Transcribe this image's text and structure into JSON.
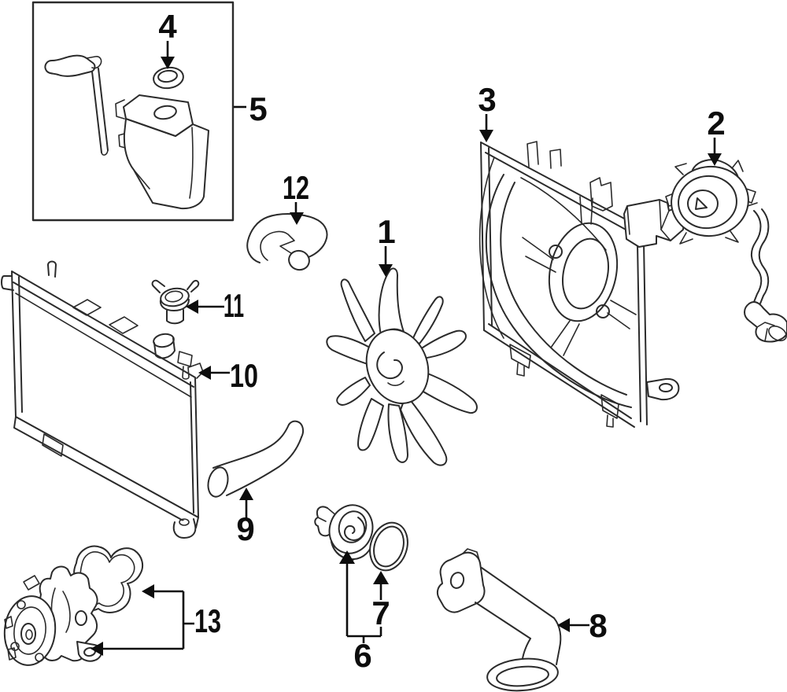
{
  "figure": {
    "type": "exploded-parts-diagram",
    "subject": "engine-cooling-system",
    "background_color": "#ffffff",
    "line_color": "#2b2b2b",
    "callout_color": "#0d0d0d"
  },
  "callouts": [
    {
      "number": "1",
      "part": "cooling-fan-blade"
    },
    {
      "number": "2",
      "part": "fan-motor"
    },
    {
      "number": "3",
      "part": "fan-shroud"
    },
    {
      "number": "4",
      "part": "reservoir-cap"
    },
    {
      "number": "5",
      "part": "coolant-reservoir-assembly"
    },
    {
      "number": "6",
      "part": "thermostat"
    },
    {
      "number": "7",
      "part": "thermostat-o-ring-seal"
    },
    {
      "number": "8",
      "part": "water-inlet-pipe"
    },
    {
      "number": "9",
      "part": "lower-radiator-hose"
    },
    {
      "number": "10",
      "part": "radiator"
    },
    {
      "number": "11",
      "part": "radiator-cap"
    },
    {
      "number": "12",
      "part": "overflow-hose"
    },
    {
      "number": "13",
      "part": "water-pump-and-gasket"
    }
  ]
}
